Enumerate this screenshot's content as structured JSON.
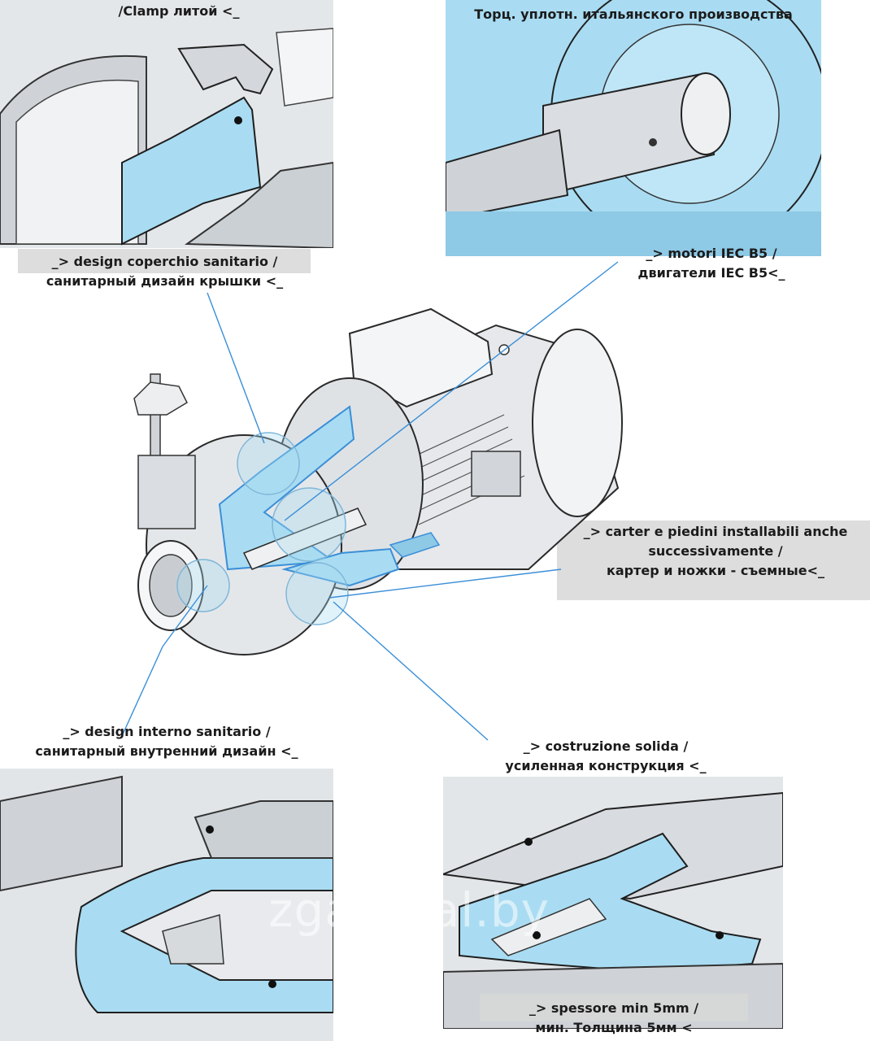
{
  "captions": {
    "clamp": [
      "/Clamp литой <_"
    ],
    "seal": [
      "Торц. уплотн. итальянского производства"
    ],
    "cover": [
      "_> design coperchio sanitario /",
      "санитарный дизайн крышки <_"
    ],
    "motor": [
      "_> motori IEC B5 /",
      "двигатели IEC B5<_"
    ],
    "carter": [
      "_> carter e piedini installabili  anche",
      "successivamente /",
      "картер и ножки - съемные<_"
    ],
    "internal": [
      "_> design interno sanitario /",
      "санитарный внутренний дизайн <_"
    ],
    "solid": [
      "_> costruzione solida /",
      "усиленная конструкция <_"
    ],
    "thickness": [
      "_> spessore min 5mm /",
      "мин. Толщина 5мм <"
    ]
  },
  "watermark": "zga.deal.by",
  "colors": {
    "accent_blue": "#a9dcf2",
    "line_blue": "#3a8fd8",
    "metal": "#d9dde1",
    "edge": "#2a2a2a"
  }
}
